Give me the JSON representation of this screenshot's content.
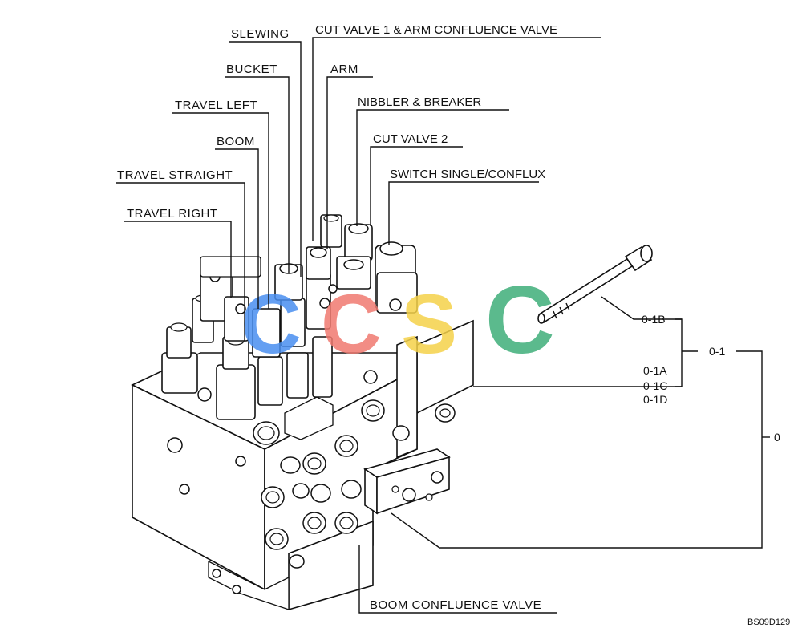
{
  "labels": {
    "slewing": "SLEWING",
    "cut_valve_1": "CUT VALVE 1 & ARM CONFLUENCE VALVE",
    "bucket": "BUCKET",
    "arm": "ARM",
    "travel_left": "TRAVEL LEFT",
    "nibbler_breaker": "NIBBLER & BREAKER",
    "boom": "BOOM",
    "cut_valve_2": "CUT VALVE 2",
    "travel_straight": "TRAVEL STRAIGHT",
    "switch_single_conflux": "SWITCH SINGLE/CONFLUX",
    "travel_right": "TRAVEL RIGHT",
    "boom_confluence_valve": "BOOM CONFLUENCE VALVE"
  },
  "refs": {
    "r_0_1b": "0-1B",
    "r_0_1": "0-1",
    "r_0_1a": "0-1A",
    "r_0_1c": "0-1C",
    "r_0_1d": "0-1D",
    "r_0": "0"
  },
  "watermark": {
    "letters": [
      "C",
      "C",
      "S",
      "C"
    ],
    "colors": [
      "#4a8ff0",
      "#f07a70",
      "#f5d24a",
      "#3fae7a"
    ]
  },
  "drawing_code": "BS09D129"
}
